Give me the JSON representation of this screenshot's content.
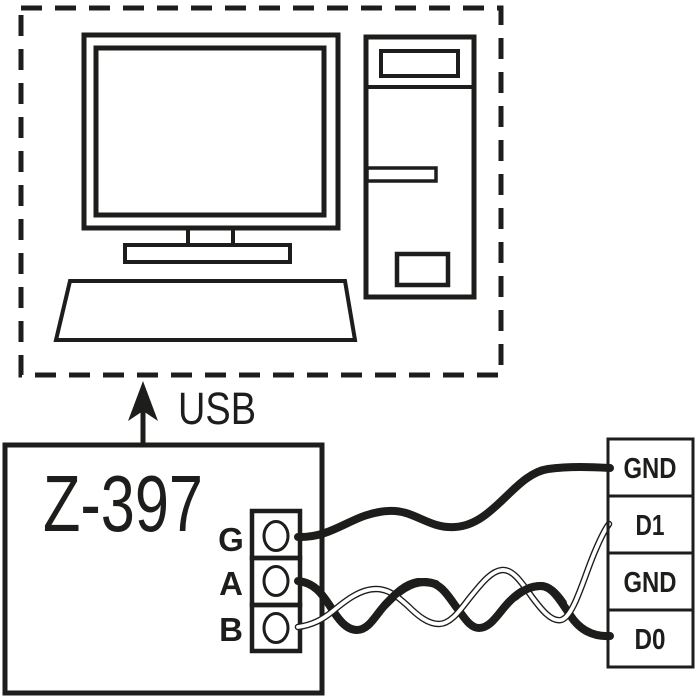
{
  "diagram": {
    "usb": {
      "label": "USB"
    },
    "device": {
      "name": "Z-397"
    },
    "device_terminals": [
      {
        "label": "G"
      },
      {
        "label": "A"
      },
      {
        "label": "B"
      }
    ],
    "reader_terminals": [
      {
        "label": "GND"
      },
      {
        "label": "D1"
      },
      {
        "label": "GND"
      },
      {
        "label": "D0"
      }
    ],
    "connections": [
      {
        "from": "G",
        "to": "GND",
        "style": "thick-solid-black"
      },
      {
        "from": "A",
        "to": "D0",
        "style": "thick-black-twisted-pair"
      },
      {
        "from": "B",
        "to": "D1",
        "style": "white-outlined-twisted-pair"
      }
    ],
    "colors": {
      "ink": "#1d1d1b",
      "background": "#ffffff"
    }
  }
}
